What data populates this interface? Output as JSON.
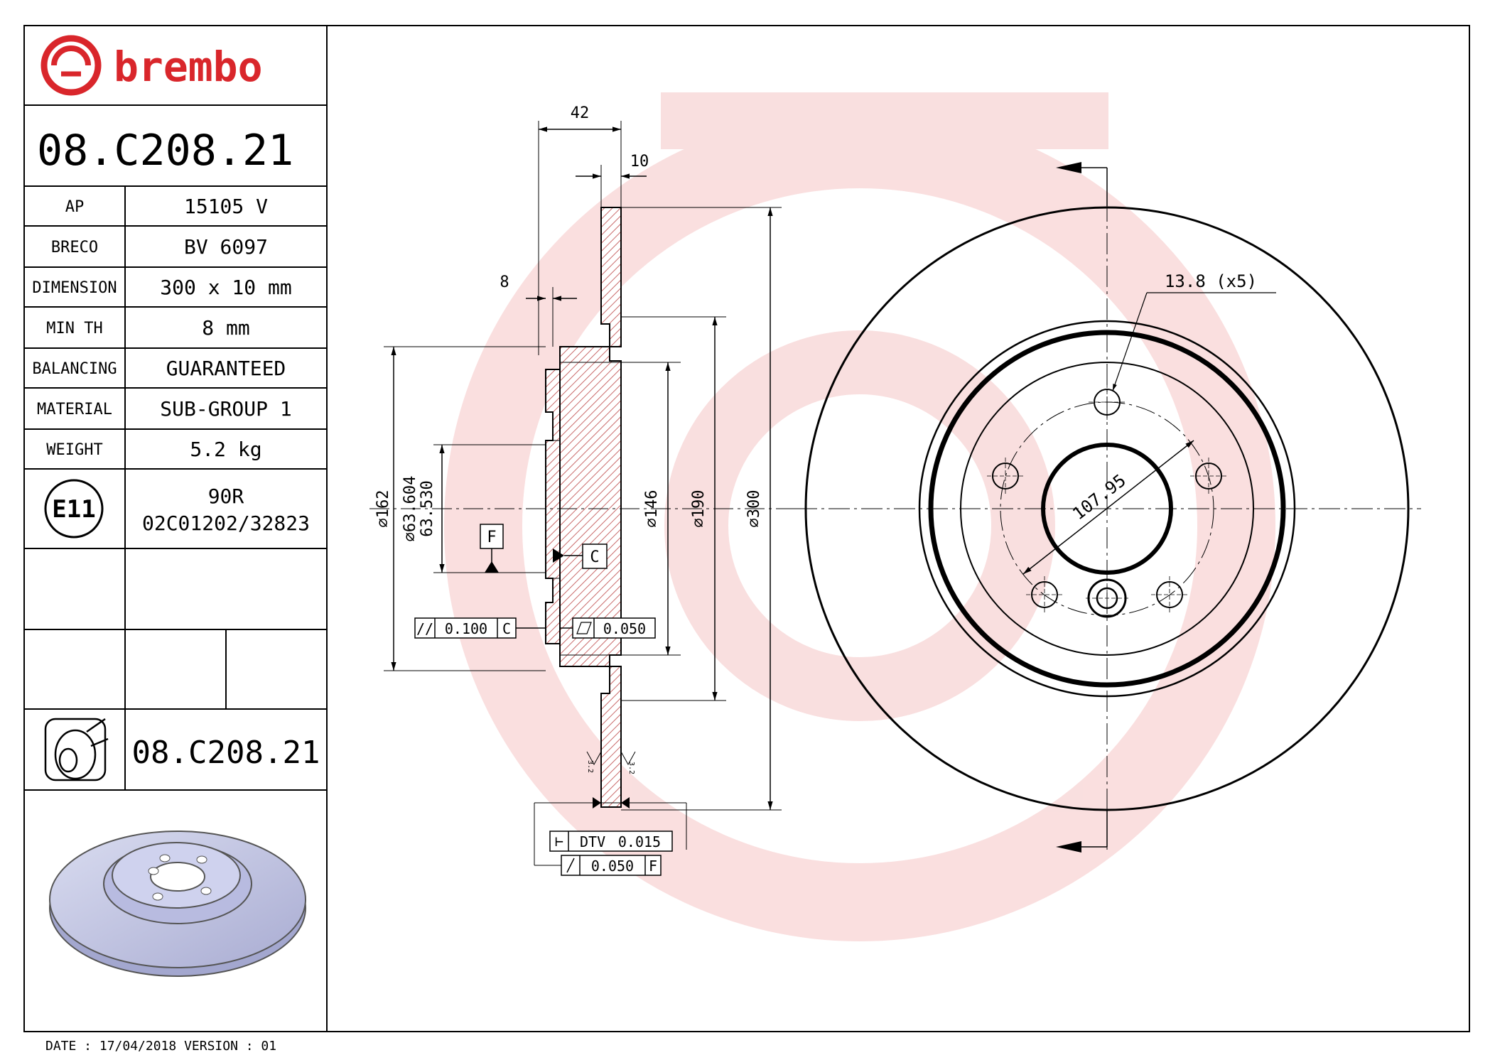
{
  "brand": {
    "name": "brembo",
    "color": "#d9262b"
  },
  "part_number": "08.C208.21",
  "specs": [
    {
      "label": "AP",
      "value": "15105 V"
    },
    {
      "label": "BRECO",
      "value": "BV 6097"
    },
    {
      "label": "DIMENSION",
      "value": "300 x 10 mm"
    },
    {
      "label": "MIN TH",
      "value": "8 mm"
    },
    {
      "label": "BALANCING",
      "value": "GUARANTEED"
    },
    {
      "label": "MATERIAL",
      "value": "SUB-GROUP 1"
    },
    {
      "label": "WEIGHT",
      "value": "5.2 kg"
    }
  ],
  "homologation": {
    "mark": "E11",
    "line1": "90R",
    "line2": "02C01202/32823"
  },
  "footer_part_number": "08.C208.21",
  "footer_date": "DATE : 17/04/2018 VERSION : 01",
  "dims": {
    "width_total": "42",
    "thickness": "10",
    "min_th": "8",
    "d162": "162",
    "d63_604": "63.604",
    "d63_530": "63.530",
    "d146": "146",
    "d190": "190",
    "d300": "300",
    "bolt_circle": "107.95",
    "holes": "13.8 (x5)",
    "datum_f": "F",
    "datum_c": "C",
    "tol_parallel": "0.100",
    "tol_parallel_ref": "C",
    "tol_flat": "0.050",
    "dtv_label": "DTV",
    "dtv_value": "0.015",
    "runout": "0.050",
    "runout_ref": "F",
    "roughness": "3.2"
  },
  "colors": {
    "hatch": "#c96a6a",
    "watermark": "#f5c5c5",
    "render": "#c8cbe6"
  }
}
